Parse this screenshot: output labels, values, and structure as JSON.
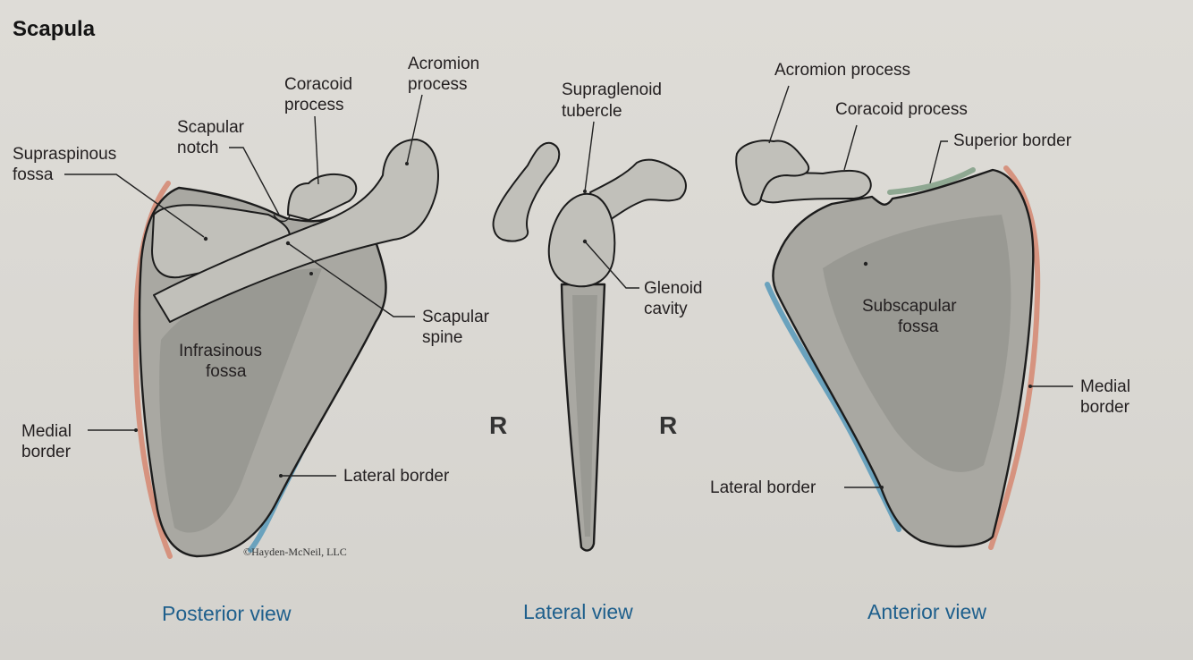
{
  "title": "Scapula",
  "views": {
    "posterior": {
      "caption": "Posterior view",
      "labels": {
        "supraspinous_1": "Supraspinous",
        "supraspinous_2": "fossa",
        "scapular_notch_1": "Scapular",
        "scapular_notch_2": "notch",
        "coracoid_1": "Coracoid",
        "coracoid_2": "process",
        "acromion_1": "Acromion",
        "acromion_2": "process",
        "scapular_spine_1": "Scapular",
        "scapular_spine_2": "spine",
        "infraspinous_1": "Infrasinous",
        "infraspinous_2": "fossa",
        "medial_1": "Medial",
        "medial_2": "border",
        "lateral": "Lateral border"
      },
      "copyright": "©Hayden-McNeil, LLC"
    },
    "lateral": {
      "caption": "Lateral view",
      "labels": {
        "supraglenoid_1": "Supraglenoid",
        "supraglenoid_2": "tubercle",
        "glenoid_1": "Glenoid",
        "glenoid_2": "cavity"
      },
      "side_left": "R",
      "side_right": "R"
    },
    "anterior": {
      "caption": "Anterior view",
      "labels": {
        "acromion": "Acromion process",
        "coracoid": "Coracoid process",
        "superior": "Superior border",
        "subscapular_1": "Subscapular",
        "subscapular_2": "fossa",
        "medial_1": "Medial",
        "medial_2": "border",
        "lateral": "Lateral border"
      }
    }
  },
  "colors": {
    "medial_border": "#d6937f",
    "lateral_border": "#6aa2bd",
    "superior_border": "#8fa892",
    "caption_text": "#1e5f8c"
  }
}
